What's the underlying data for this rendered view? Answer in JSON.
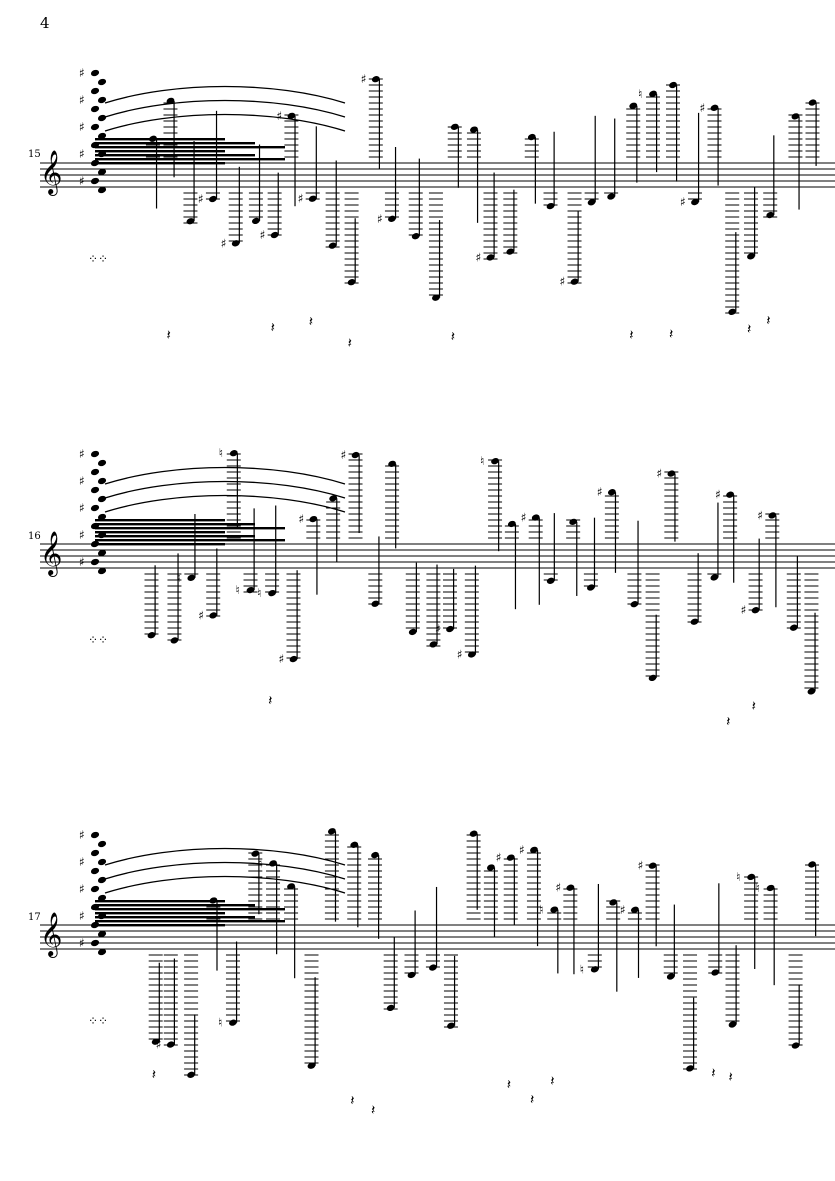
{
  "page": {
    "number": "4"
  },
  "systems": [
    {
      "measure_number": "15"
    },
    {
      "measure_number": "16"
    },
    {
      "measure_number": "17"
    }
  ],
  "glyphs": {
    "treble_clef": "𝄞",
    "sharp": "♯",
    "natural": "♮",
    "rest": "𝄽",
    "tremolo_dots": "⁘"
  }
}
